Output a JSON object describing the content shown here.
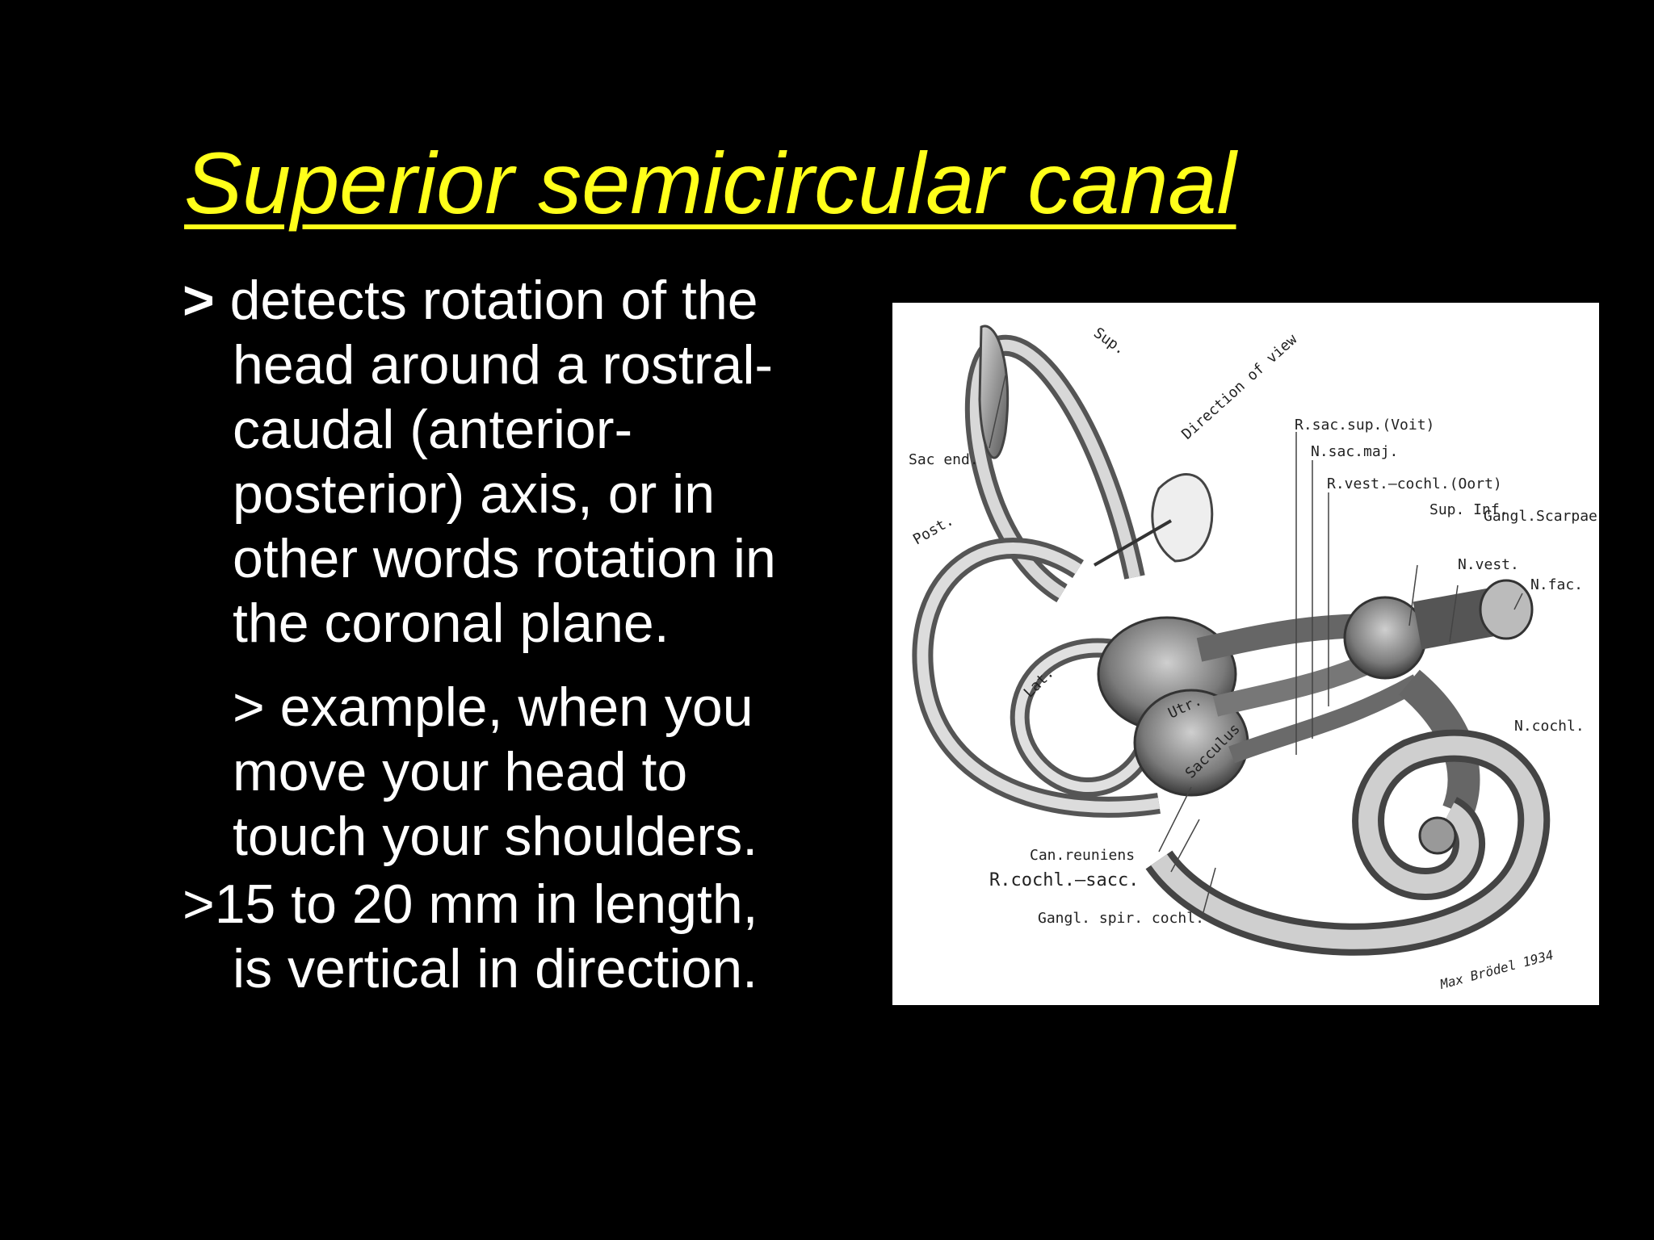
{
  "slide": {
    "title": "Superior semicircular canal",
    "bullets": [
      {
        "marker": ">",
        "lines": [
          " detects rotation of the",
          "head around a rostral-",
          "caudal (anterior-",
          "posterior) axis, or in",
          "other words rotation in",
          "the coronal plane."
        ]
      },
      {
        "lines": [
          "> example, when you",
          "move your head to",
          "touch your shoulders."
        ]
      },
      {
        "lines": [
          ">15 to 20 mm in length,",
          "is vertical in direction."
        ]
      }
    ],
    "figure": {
      "labels": {
        "sup": "Sup.",
        "direction": "Direction of view",
        "sac_end": "Sac end.",
        "post": "Post.",
        "lat": "Lat.",
        "utr": "Utr.",
        "sacculus": "Sacculus",
        "r_sac_sup": "R.sac.sup.(Voit)",
        "n_sac_maj": "N.sac.maj.",
        "r_vest_cochl": "R.vest.–cochl.(Oort)",
        "sup_inf": "Sup. Inf.",
        "gangl_scarpae": "Gangl.Scarpae",
        "n_vest": "N.vest.",
        "n_fac": "N.fac.",
        "n_cochl": "N.cochl.",
        "can_reuniens": "Can.reuniens",
        "r_cochl_sacc": "R.cochl.–sacc.",
        "gangl_spir": "Gangl. spir. cochl.",
        "signature": "Max Brödel 1934"
      }
    },
    "colors": {
      "background": "#000000",
      "title": "#ffff1a",
      "text": "#ffffff",
      "figure_bg": "#ffffff"
    }
  }
}
